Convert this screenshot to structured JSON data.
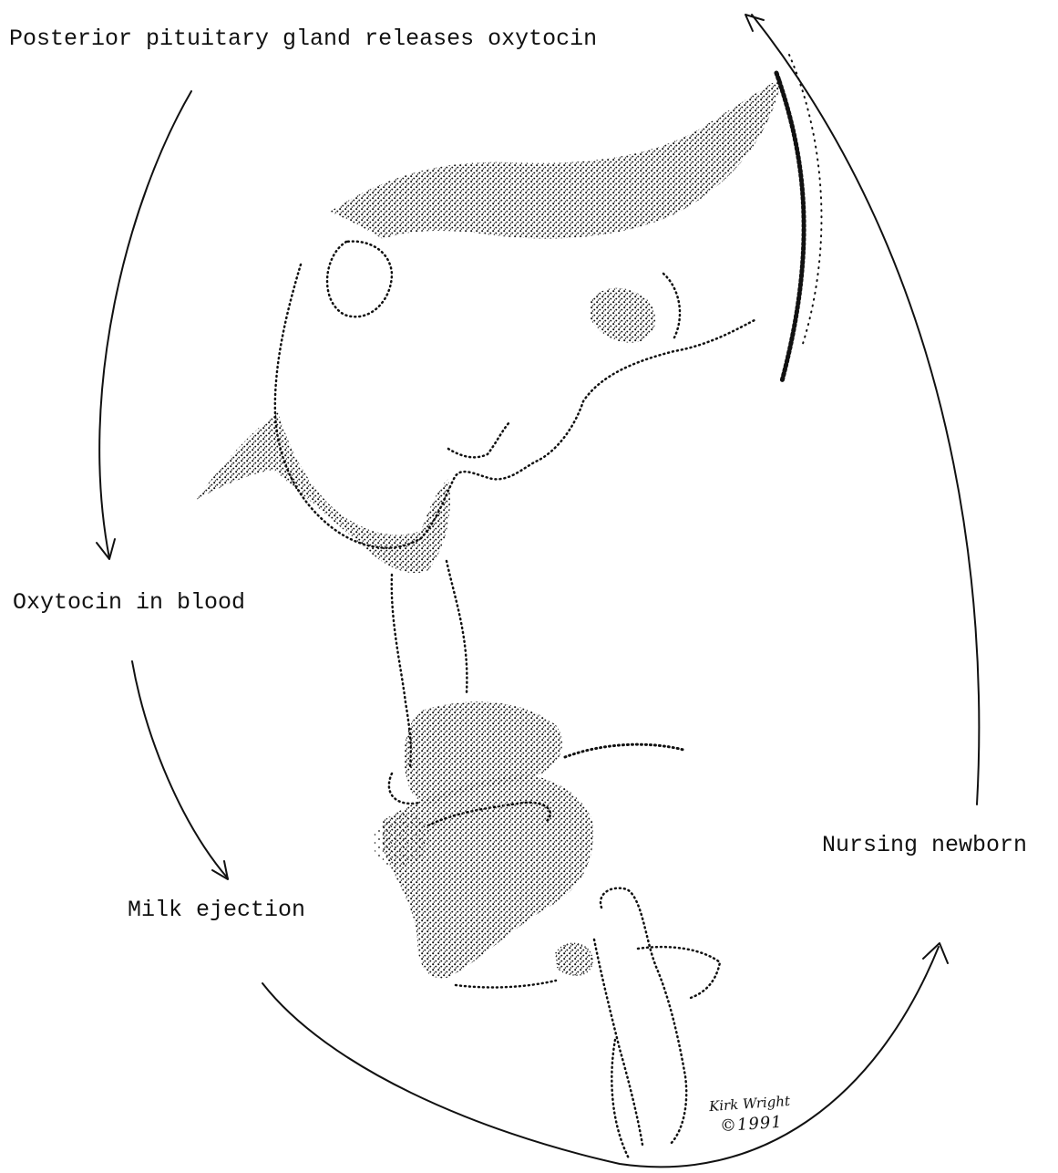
{
  "labels": {
    "posterior": "Posterior pituitary gland releases oxytocin",
    "oxytocin_blood": "Oxytocin in blood",
    "milk_ejection": "Milk ejection",
    "nursing_newborn": "Nursing newborn"
  },
  "signature": {
    "name": "Kirk Wright",
    "year": "©1991"
  },
  "colors": {
    "ink": "#111111",
    "paper": "#ffffff"
  }
}
